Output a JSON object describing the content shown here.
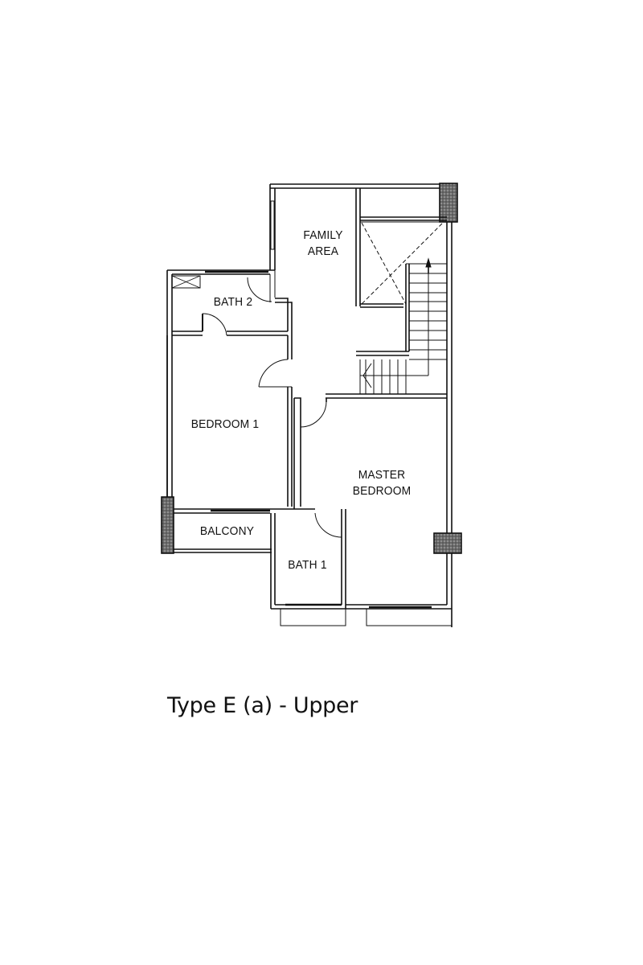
{
  "caption": "Type E (a) - Upper",
  "rooms": {
    "family_area": {
      "line1": "FAMILY",
      "line2": "AREA"
    },
    "bath2": "BATH 2",
    "bedroom1": "BEDROOM 1",
    "master_bedroom": {
      "line1": "MASTER",
      "line2": "BEDROOM"
    },
    "balcony": "BALCONY",
    "bath1": "BATH 1"
  },
  "colors": {
    "wall": "#111111",
    "background": "#ffffff",
    "column_fill": "#555555"
  }
}
